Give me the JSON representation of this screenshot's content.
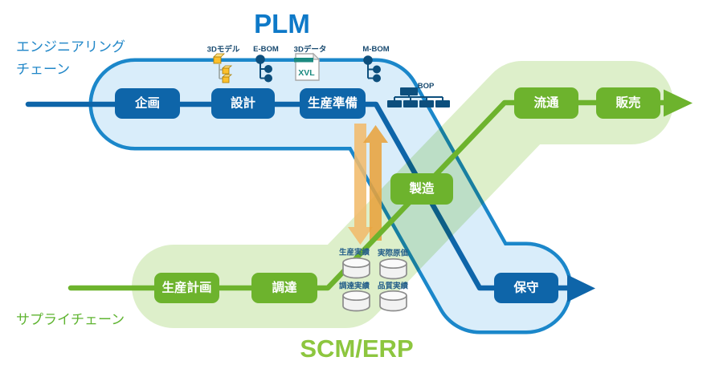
{
  "diagram": {
    "titles": {
      "plm": "PLM",
      "scm_erp": "SCM/ERP"
    },
    "chains": {
      "engineering_line1": "エンジニアリング",
      "engineering_line2": "チェーン",
      "supply": "サプライチェーン"
    },
    "plm_flow": {
      "planning": "企画",
      "design": "設計",
      "production_prep": "生産準備",
      "maintenance": "保守"
    },
    "scm_flow": {
      "production_planning": "生産計画",
      "procurement": "調達",
      "manufacturing": "製造",
      "distribution": "流通",
      "sales": "販売"
    },
    "artifacts": {
      "model_3d": "3Dモデル",
      "e_bom": "E-BOM",
      "data_3d": "3Dデータ",
      "xvl": "XVL",
      "m_bom": "M-BOM",
      "bop": "BOP"
    },
    "databases": {
      "production_results": "生産実績",
      "actual_cost": "実際原価",
      "procurement_results": "調達実績",
      "quality_results": "品質実績"
    },
    "colors": {
      "plm_blue": "#0e65a9",
      "plm_band_border": "#1b87ca",
      "plm_band_fill": "#d9edfa",
      "plm_title_blue": "#0e79c8",
      "chain_label_blue": "#2187c8",
      "scm_green": "#6db32d",
      "scm_band_fill": "#ddefca",
      "scm_title_green": "#8dc63f",
      "supply_label_green": "#5fb431",
      "arrow_orange_up": "#e8a33c",
      "arrow_orange_down": "#f1bb6b",
      "icon_navy": "#0d4f7d",
      "xvl_teal": "#1b8a80"
    }
  }
}
